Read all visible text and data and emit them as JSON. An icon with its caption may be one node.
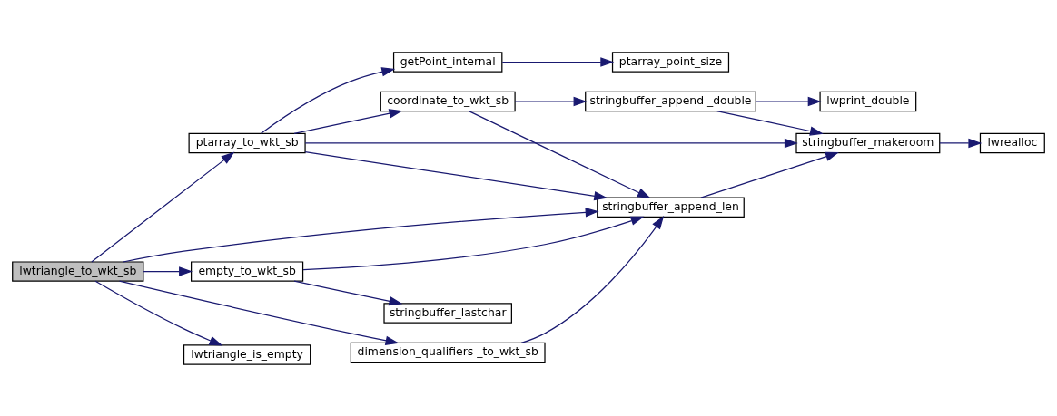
{
  "diagram": {
    "nodes": [
      {
        "text": [
          "lwtriangle_to_wkt_sb"
        ]
      },
      {
        "text": [
          "ptarray_to_wkt_sb"
        ]
      },
      {
        "text": [
          "getPoint_internal"
        ]
      },
      {
        "text": [
          "ptarray_point_size"
        ]
      },
      {
        "text": [
          "coordinate_to_wkt_sb"
        ]
      },
      {
        "text": [
          "stringbuffer_append _double"
        ]
      },
      {
        "text": [
          "lwprint_double"
        ]
      },
      {
        "text": [
          "stringbuffer_makeroom"
        ]
      },
      {
        "text": [
          "lwrealloc"
        ]
      },
      {
        "text": [
          "stringbuffer_append_len"
        ]
      },
      {
        "text": [
          "empty_to_wkt_sb"
        ]
      },
      {
        "text": [
          "stringbuffer_lastchar"
        ]
      },
      {
        "text": [
          "dimension_qualifiers _to_wkt_sb"
        ]
      },
      {
        "text": [
          "lwtriangle_is_empty"
        ]
      }
    ],
    "edges": [
      {
        "from": 0,
        "to": 1,
        "arrow": "to"
      },
      {
        "from": 0,
        "to": 10,
        "arrow": "to"
      },
      {
        "from": 0,
        "to": 9,
        "arrow": "to"
      },
      {
        "from": 0,
        "to": 12,
        "arrow": "to"
      },
      {
        "from": 0,
        "to": 13,
        "arrow": "to"
      },
      {
        "from": 1,
        "to": 2,
        "arrow": "to"
      },
      {
        "from": 1,
        "to": 4,
        "arrow": "to"
      },
      {
        "from": 1,
        "to": 7,
        "arrow": "to"
      },
      {
        "from": 1,
        "to": 9,
        "arrow": "to"
      },
      {
        "from": 2,
        "to": 3,
        "arrow": "to"
      },
      {
        "from": 4,
        "to": 5,
        "arrow": "to"
      },
      {
        "from": 4,
        "to": 9,
        "arrow": "to"
      },
      {
        "from": 5,
        "to": 6,
        "arrow": "to"
      },
      {
        "from": 5,
        "to": 7,
        "arrow": "to"
      },
      {
        "from": 7,
        "to": 8,
        "arrow": "to"
      },
      {
        "from": 9,
        "to": 7,
        "arrow": "to"
      },
      {
        "from": 10,
        "to": 9,
        "arrow": "to"
      },
      {
        "from": 10,
        "to": 11,
        "arrow": "to"
      },
      {
        "from": 12,
        "to": 9,
        "arrow": "to"
      }
    ]
  }
}
